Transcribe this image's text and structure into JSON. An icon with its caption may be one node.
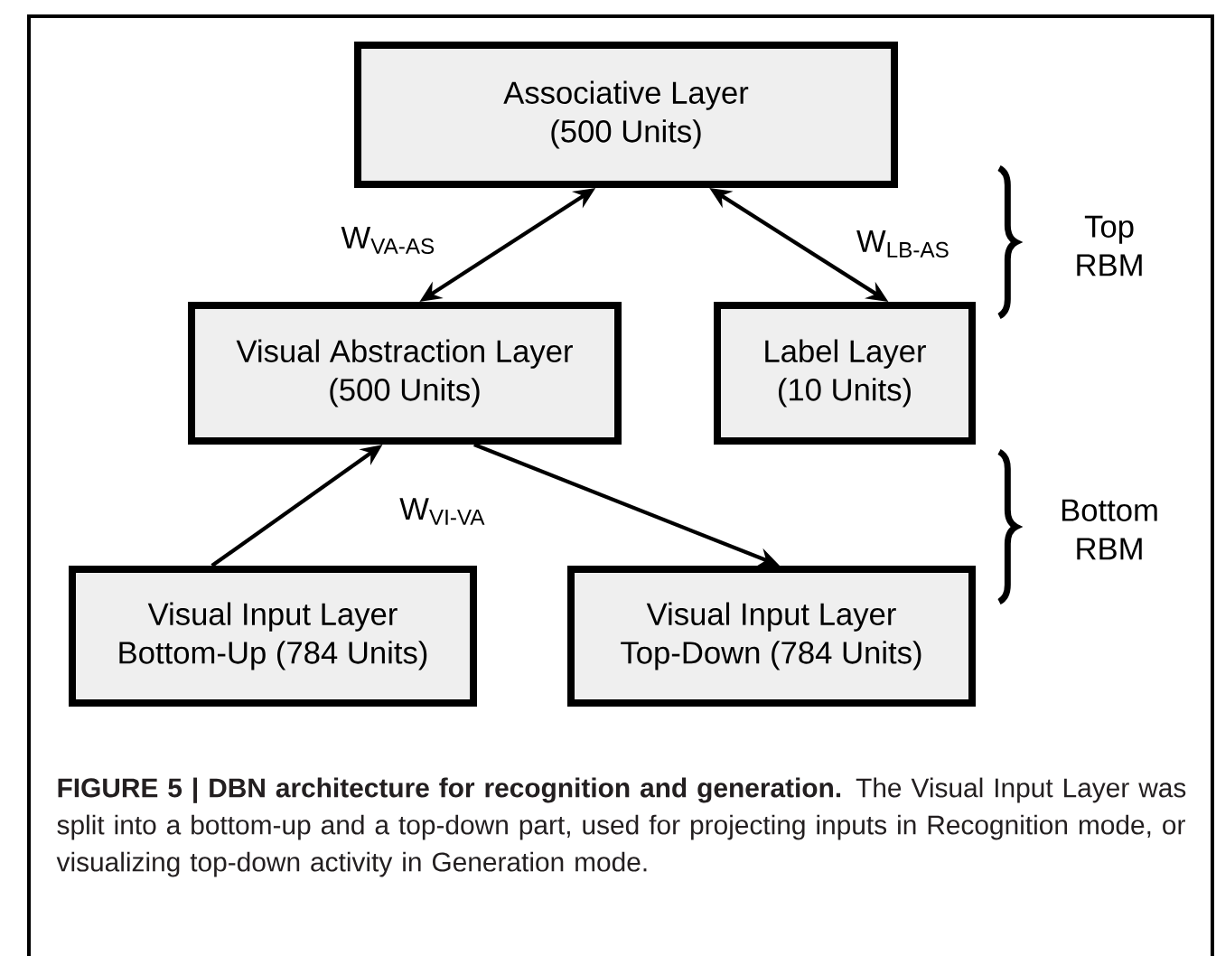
{
  "diagram": {
    "caption": "**FIGURE 5 | DBN architecture for recognition and generation.** The Visual Input Layer was split into a bottom-up and a top-down part, used for projecting inputs in Recognition mode, or visualizing top-down activity in Generation mode.",
    "nodes": [
      {
        "text": [
          "Associative Layer",
          "(500 Units)"
        ]
      },
      {
        "text": [
          "Visual Abstraction Layer",
          "(500 Units)"
        ]
      },
      {
        "text": [
          "Label Layer",
          "(10 Units)"
        ]
      },
      {
        "text": [
          "Visual Input Layer",
          "Bottom-Up (784 Units)"
        ]
      },
      {
        "text": [
          "Visual Input Layer",
          "Top-Down (784 Units)"
        ]
      }
    ],
    "edges": [
      {
        "from": 0,
        "to": 1,
        "arrow": "both",
        "label": "W$_{VA-AS}$"
      },
      {
        "from": 0,
        "to": 2,
        "arrow": "both",
        "label": "W$_{LB-AS}$"
      },
      {
        "from": 3,
        "to": 1,
        "arrow": "to",
        "label": "W$_{VI-VA}$"
      },
      {
        "from": 1,
        "to": 4,
        "arrow": "to"
      }
    ],
    "labels": [
      "Top RBM",
      "Bottom RBM"
    ]
  }
}
